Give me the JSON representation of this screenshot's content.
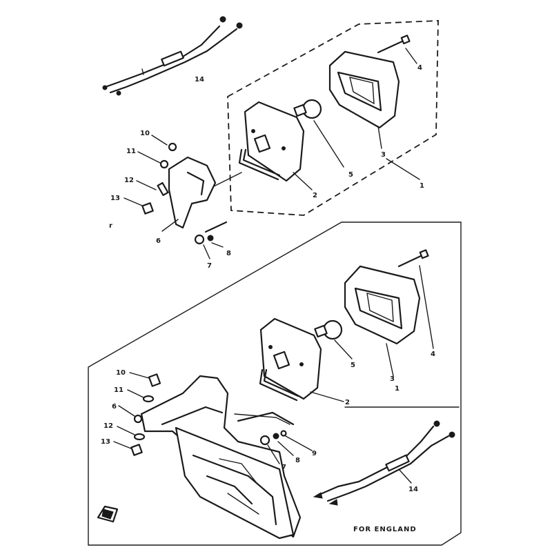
{
  "callouts_top": [
    {
      "id": "14",
      "label": "14"
    },
    {
      "id": "4",
      "label": "4"
    },
    {
      "id": "3",
      "label": "3"
    },
    {
      "id": "5",
      "label": "5"
    },
    {
      "id": "2",
      "label": "2"
    },
    {
      "id": "1",
      "label": "1"
    },
    {
      "id": "10",
      "label": "10"
    },
    {
      "id": "11",
      "label": "11"
    },
    {
      "id": "12",
      "label": "12"
    },
    {
      "id": "13",
      "label": "13"
    },
    {
      "id": "6",
      "label": "6"
    },
    {
      "id": "7",
      "label": "7"
    },
    {
      "id": "8",
      "label": "8"
    },
    {
      "id": "r",
      "label": "r"
    }
  ],
  "callouts_bottom": [
    {
      "id": "4",
      "label": "4"
    },
    {
      "id": "5",
      "label": "5"
    },
    {
      "id": "3",
      "label": "3"
    },
    {
      "id": "1",
      "label": "1"
    },
    {
      "id": "2",
      "label": "2"
    },
    {
      "id": "10",
      "label": "10"
    },
    {
      "id": "11",
      "label": "11"
    },
    {
      "id": "6",
      "label": "6"
    },
    {
      "id": "12",
      "label": "12"
    },
    {
      "id": "13",
      "label": "13"
    },
    {
      "id": "9",
      "label": "9"
    },
    {
      "id": "8",
      "label": "8"
    },
    {
      "id": "7",
      "label": "7"
    },
    {
      "id": "14",
      "label": "14"
    }
  ],
  "caption": "FOR ENGLAND"
}
